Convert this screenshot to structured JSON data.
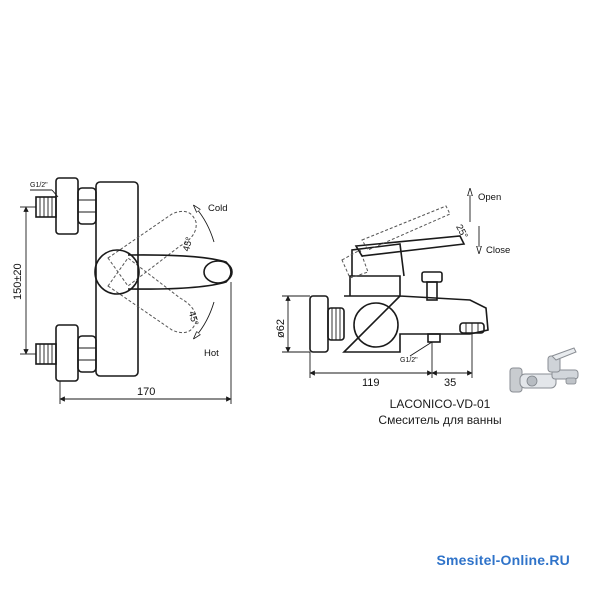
{
  "front_view": {
    "thread_top": "G1/2\"",
    "height_dim": "150±20",
    "width_dim": "170",
    "cold_label": "Cold",
    "hot_label": "Hot",
    "angle_up": "45°",
    "angle_down": "45°"
  },
  "side_view": {
    "open_label": "Open",
    "close_label": "Close",
    "lever_angle": "25°",
    "diameter_dim": "ø62",
    "thread_outlet": "G1/2\"",
    "depth_dim": "119",
    "spout_dim": "35"
  },
  "captions": {
    "model": "LACONICO-VD-01",
    "description": "Смеситель для ванны"
  },
  "watermark": "Smesitel-Online.RU",
  "colors": {
    "line": "#1a1a1a",
    "watermark": "#2f73c9"
  }
}
